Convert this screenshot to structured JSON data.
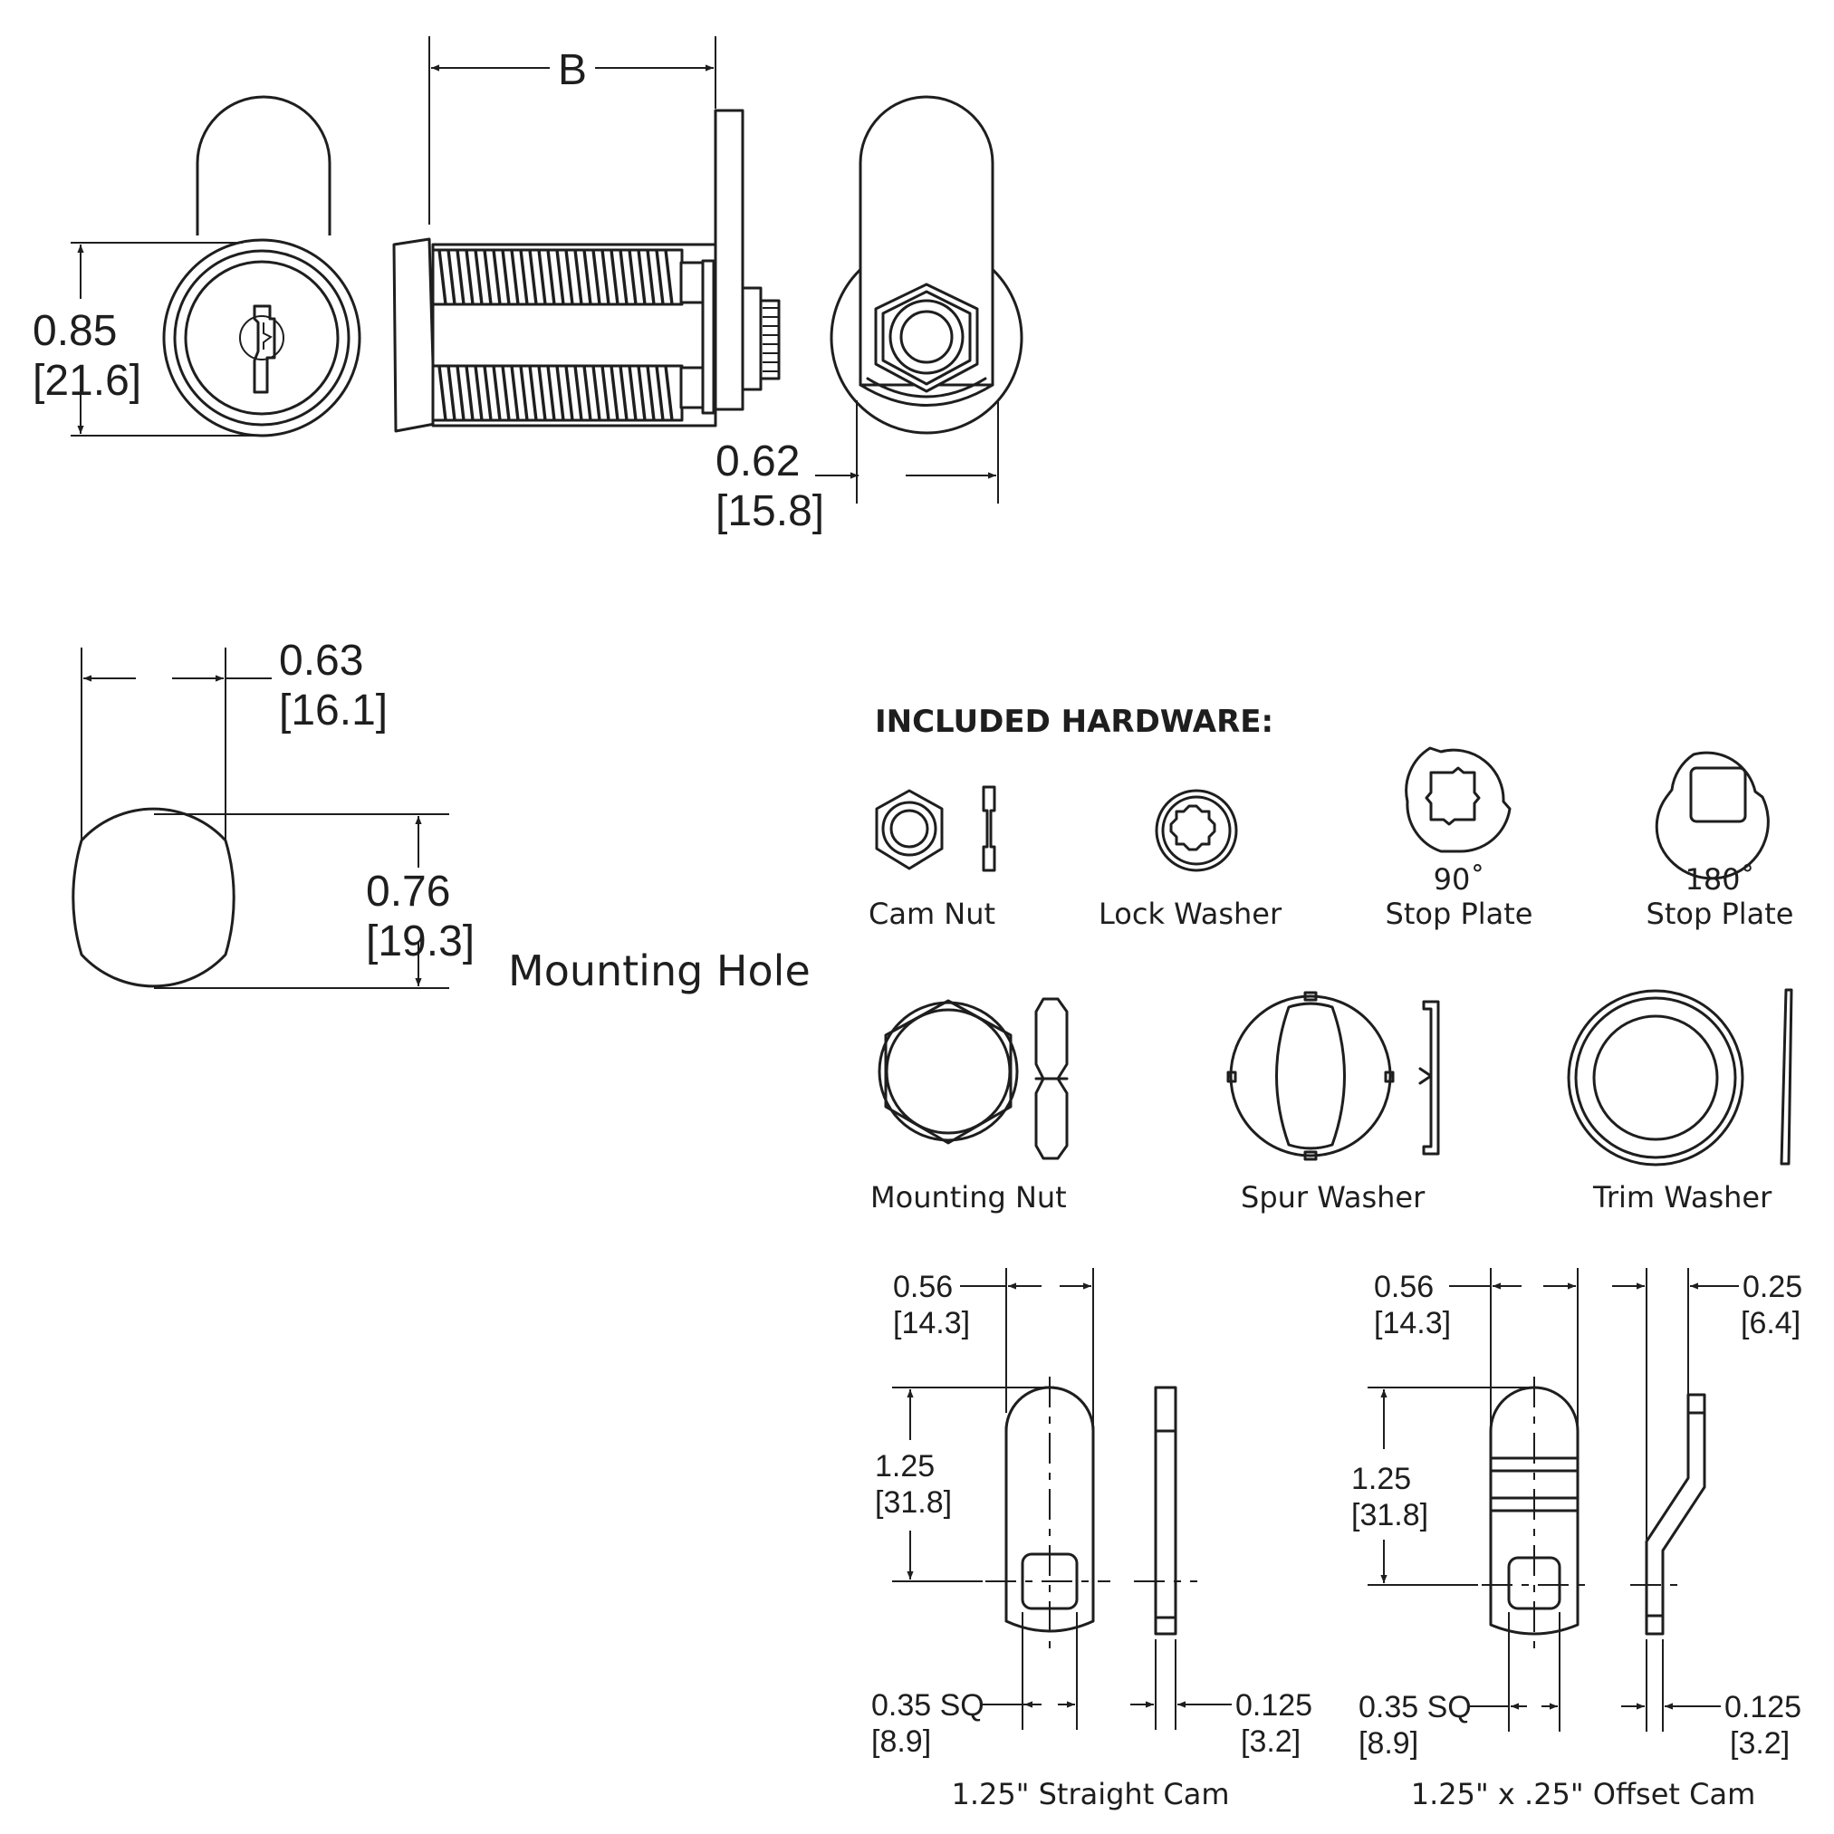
{
  "dimensions": {
    "b_label": "B",
    "face_height": {
      "in": "0.85",
      "mm": "[21.6]"
    },
    "body_width": {
      "in": "0.62",
      "mm": "[15.8]"
    },
    "hole_width": {
      "in": "0.63",
      "mm": "[16.1]"
    },
    "hole_height": {
      "in": "0.76",
      "mm": "[19.3]"
    }
  },
  "mounting_hole_label": "Mounting Hole",
  "hardware": {
    "heading": "INCLUDED HARDWARE:",
    "cam_nut": "Cam Nut",
    "lock_washer": "Lock Washer",
    "stop_plate_90": {
      "angle": "90˚",
      "label": "Stop Plate"
    },
    "stop_plate_180": {
      "angle": "180˚",
      "label": "Stop Plate"
    },
    "mounting_nut": "Mounting Nut",
    "spur_washer": "Spur Washer",
    "trim_washer": "Trim Washer"
  },
  "straight_cam": {
    "title": "1.25\" Straight Cam",
    "width": {
      "in": "0.56",
      "mm": "[14.3]"
    },
    "length": {
      "in": "1.25",
      "mm": "[31.8]"
    },
    "square": {
      "in": "0.35 SQ",
      "mm": "[8.9]"
    },
    "thickness": {
      "in": "0.125",
      "mm": "[3.2]"
    }
  },
  "offset_cam": {
    "title": "1.25\" x .25\" Offset Cam",
    "width": {
      "in": "0.56",
      "mm": "[14.3]"
    },
    "offset": {
      "in": "0.25",
      "mm": "[6.4]"
    },
    "length": {
      "in": "1.25",
      "mm": "[31.8]"
    },
    "square": {
      "in": "0.35 SQ",
      "mm": "[8.9]"
    },
    "thickness": {
      "in": "0.125",
      "mm": "[3.2]"
    }
  }
}
